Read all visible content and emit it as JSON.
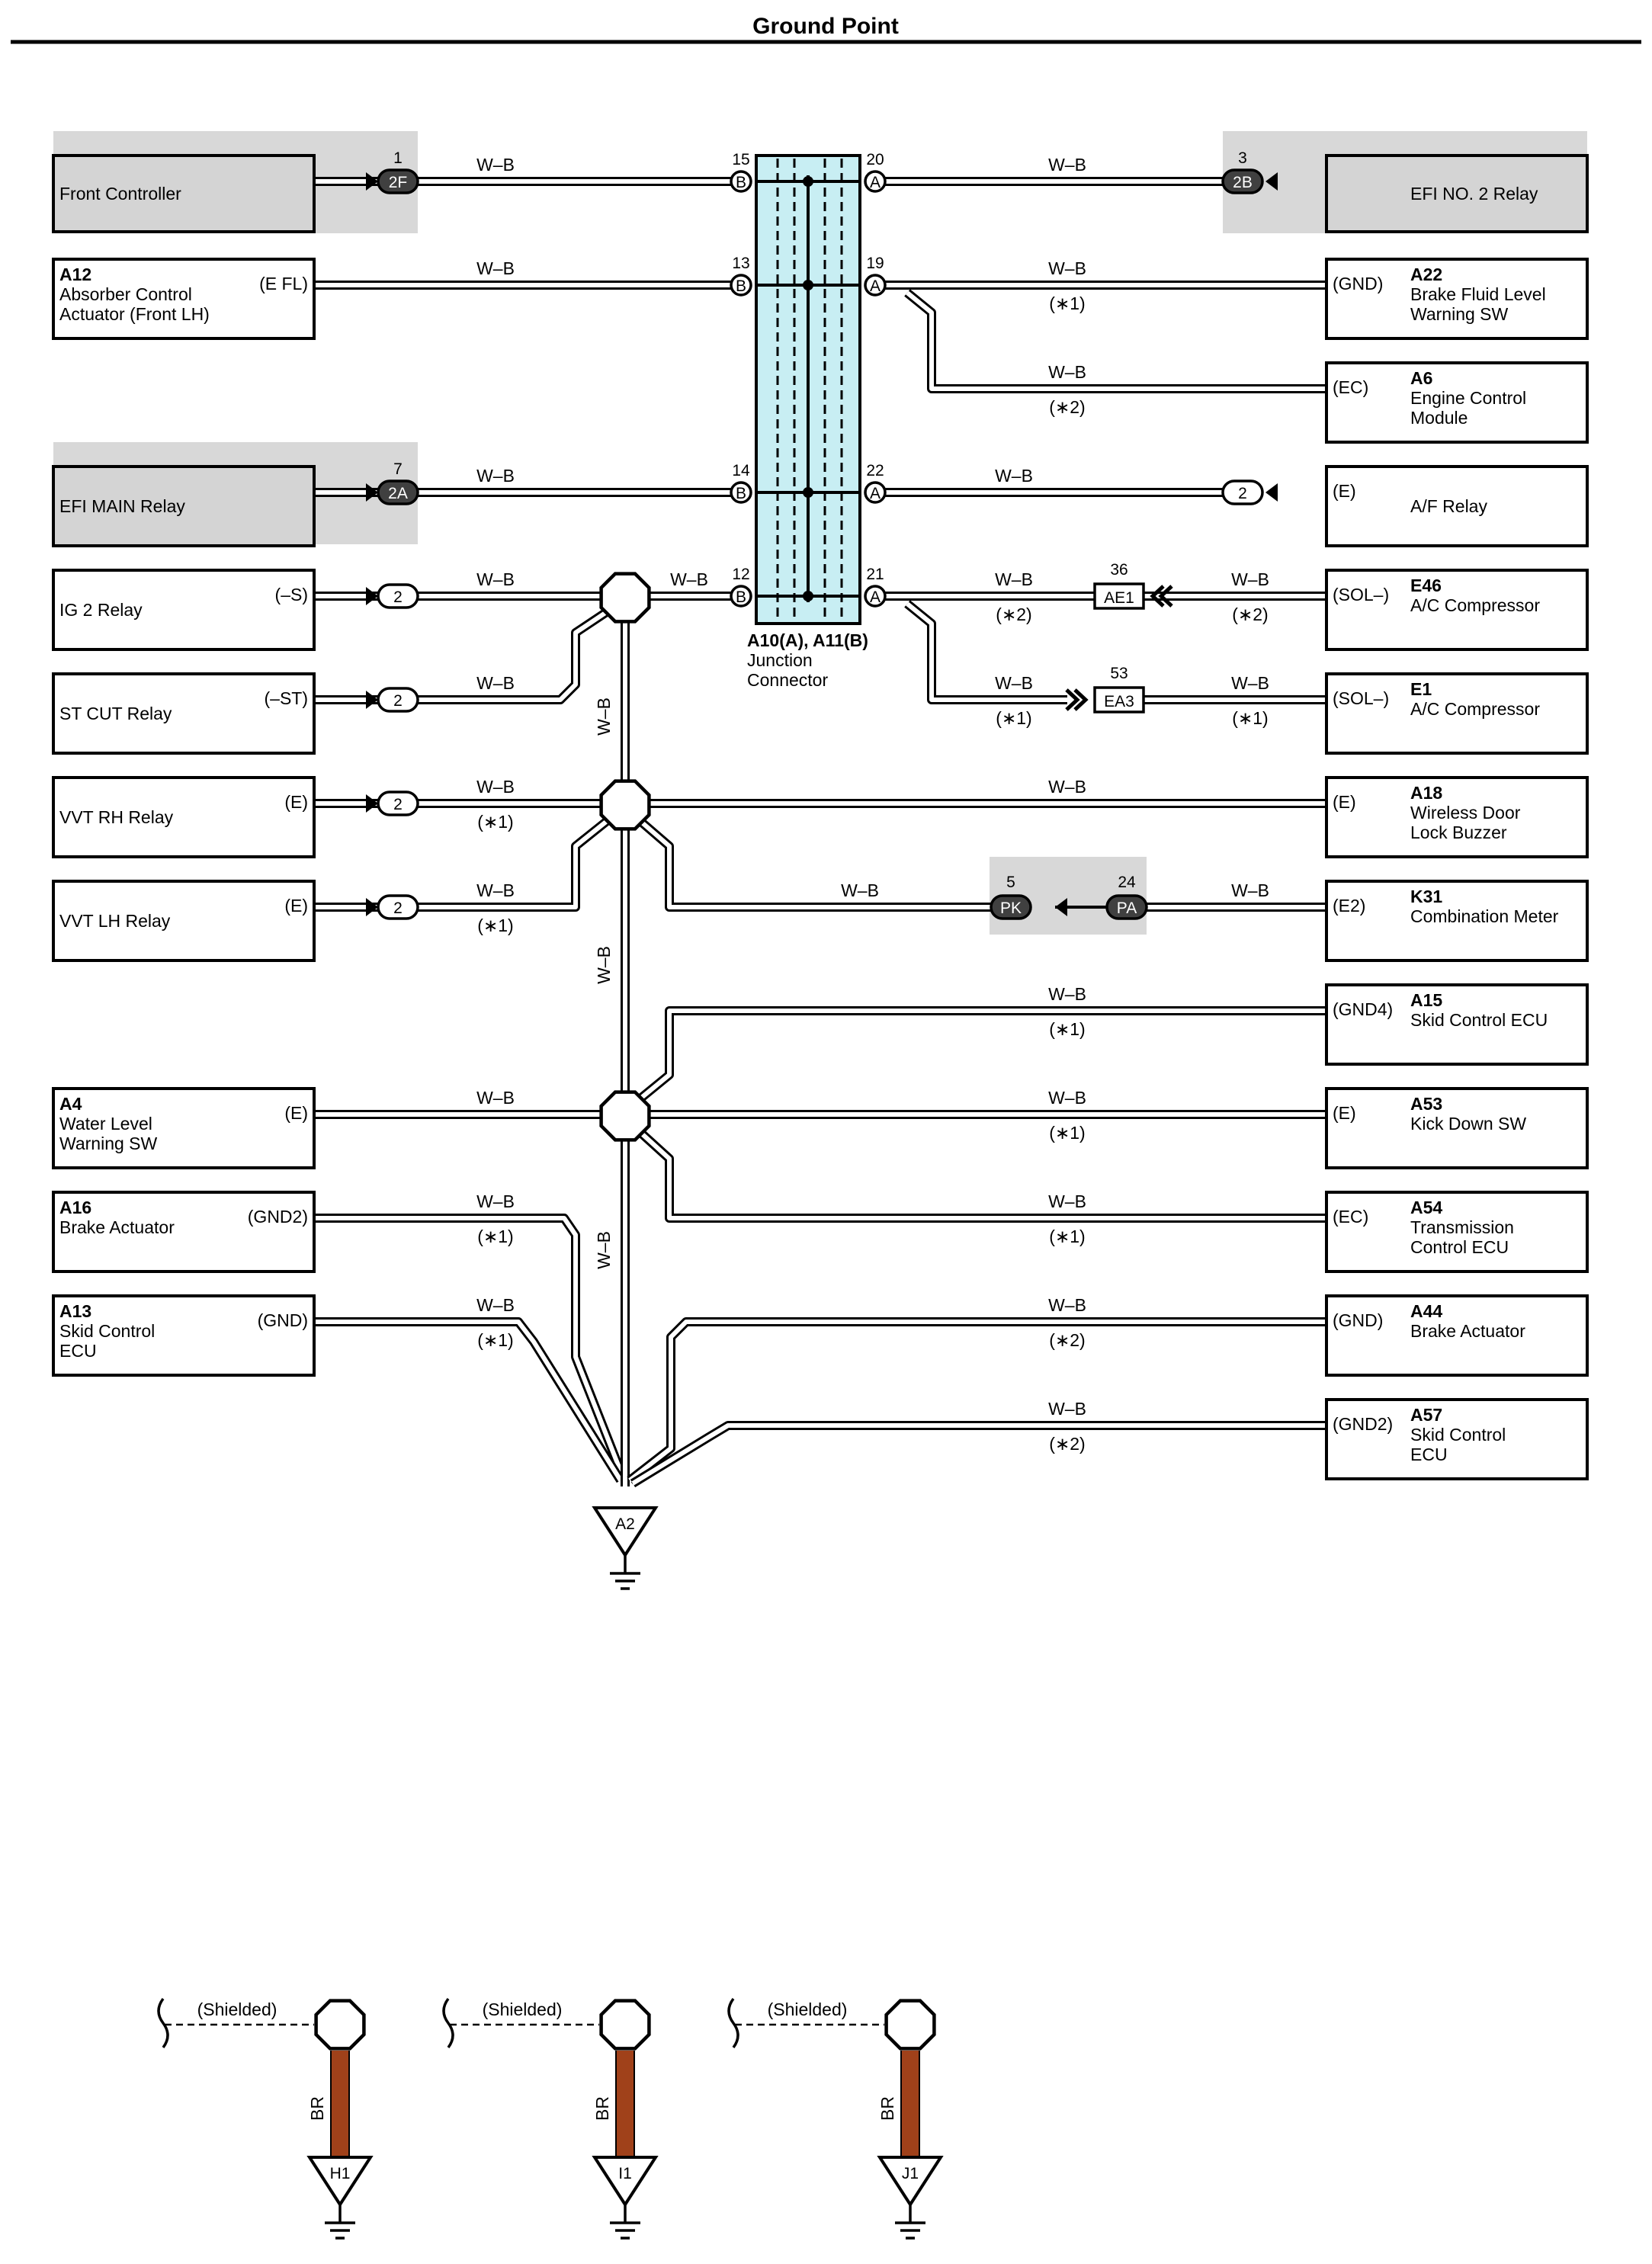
{
  "title": "Ground Point",
  "wire_color": "W–B",
  "junction": {
    "name": "A10(A), A11(B)",
    "desc1": "Junction",
    "desc2": "Connector",
    "left_pins": [
      "15",
      "13",
      "14",
      "12"
    ],
    "right_pins": [
      "20",
      "19",
      "22",
      "21"
    ],
    "left_letter": "B",
    "right_letter": "A"
  },
  "left_components": [
    {
      "code": "",
      "name": "Front Controller",
      "pin": "",
      "connector": "2F",
      "conn_no": "1",
      "gray": true
    },
    {
      "code": "A12",
      "name": "Absorber Control\nActuator (Front LH)",
      "pin": "(E FL)",
      "connector": "",
      "conn_no": "",
      "gray": false
    },
    {
      "code": "",
      "name": "EFI MAIN Relay",
      "pin": "",
      "connector": "2A",
      "conn_no": "7",
      "gray": true
    },
    {
      "code": "",
      "name": "IG 2 Relay",
      "pin": "(–S)",
      "connector": "2",
      "conn_no": "",
      "gray": false
    },
    {
      "code": "",
      "name": "ST CUT Relay",
      "pin": "(–ST)",
      "connector": "2",
      "conn_no": "",
      "gray": false
    },
    {
      "code": "",
      "name": "VVT RH Relay",
      "pin": "(E)",
      "connector": "2",
      "conn_no": "",
      "gray": false
    },
    {
      "code": "",
      "name": "VVT LH Relay",
      "pin": "(E)",
      "connector": "2",
      "conn_no": "",
      "gray": false
    },
    {
      "code": "A4",
      "name": "Water Level\nWarning SW",
      "pin": "(E)",
      "connector": "",
      "conn_no": "",
      "gray": false
    },
    {
      "code": "A16",
      "name": "Brake Actuator",
      "pin": "(GND2)",
      "connector": "",
      "conn_no": "",
      "gray": false
    },
    {
      "code": "A13",
      "name": "Skid Control\nECU",
      "pin": "(GND)",
      "connector": "",
      "conn_no": "",
      "gray": false
    }
  ],
  "right_components": [
    {
      "code": "",
      "name": "EFI NO. 2 Relay",
      "pin": "",
      "connector": "2B",
      "conn_no": "3",
      "gray": true
    },
    {
      "code": "A22",
      "name": "Brake Fluid Level\nWarning SW",
      "pin": "(GND)",
      "gray": false
    },
    {
      "code": "A6",
      "name": "Engine Control\nModule",
      "pin": "(EC)",
      "gray": false
    },
    {
      "code": "",
      "name": "A/F Relay",
      "pin": "(E)",
      "connector": "2",
      "gray": false
    },
    {
      "code": "E46",
      "name": "A/C Compressor",
      "pin": "(SOL–)",
      "gray": false
    },
    {
      "code": "E1",
      "name": "A/C Compressor",
      "pin": "(SOL–)",
      "gray": false
    },
    {
      "code": "A18",
      "name": "Wireless Door\nLock Buzzer",
      "pin": "(E)",
      "gray": false
    },
    {
      "code": "K31",
      "name": "Combination Meter",
      "pin": "(E2)",
      "gray": false
    },
    {
      "code": "A15",
      "name": "Skid Control ECU",
      "pin": "(GND4)",
      "gray": false
    },
    {
      "code": "A53",
      "name": "Kick Down SW",
      "pin": "(E)",
      "gray": false
    },
    {
      "code": "A54",
      "name": "Transmission\nControl ECU",
      "pin": "(EC)",
      "gray": false
    },
    {
      "code": "A44",
      "name": "Brake Actuator",
      "pin": "(GND)",
      "gray": false
    },
    {
      "code": "A57",
      "name": "Skid Control\nECU",
      "pin": "(GND2)",
      "gray": false
    }
  ],
  "inline_connectors": {
    "ae1": {
      "label": "AE1",
      "no": "36"
    },
    "ea3": {
      "label": "EA3",
      "no": "53"
    },
    "pk": {
      "label": "PK",
      "no": "5"
    },
    "pa": {
      "label": "PA",
      "no": "24"
    }
  },
  "notes": {
    "n1": "(∗1)",
    "n2": "(∗2)"
  },
  "ground_main": "A2",
  "shielded_grounds": [
    {
      "label": "H1",
      "text": "(Shielded)",
      "wire": "BR"
    },
    {
      "label": "I1",
      "text": "(Shielded)",
      "wire": "BR"
    },
    {
      "label": "J1",
      "text": "(Shielded)",
      "wire": "BR"
    }
  ]
}
